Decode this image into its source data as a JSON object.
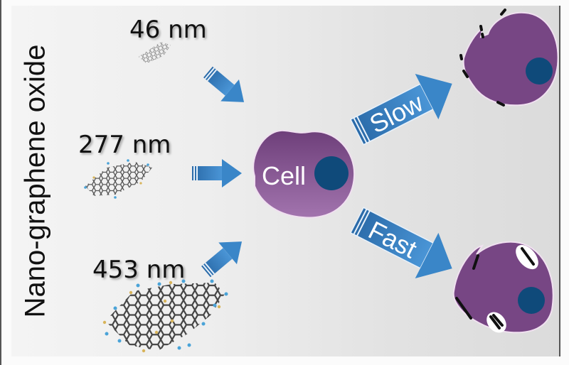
{
  "title": "Nano-graphene oxide",
  "sizes": [
    {
      "label": "46 nm"
    },
    {
      "label": "277 nm"
    },
    {
      "label": "453 nm"
    }
  ],
  "cell": {
    "label": "Cell"
  },
  "pathways": [
    {
      "label": "Slow"
    },
    {
      "label": "Fast"
    }
  ],
  "colors": {
    "arrow": "#3a86c8",
    "arrow_dark": "#2a6aa8",
    "cell": "#7c4a87",
    "cell_light": "#9a6aa5",
    "nucleus": "#0f4a7a",
    "graphene_bond": "#555555",
    "graphene_o": "#4aa3d8",
    "graphene_h": "#d8b45a"
  }
}
